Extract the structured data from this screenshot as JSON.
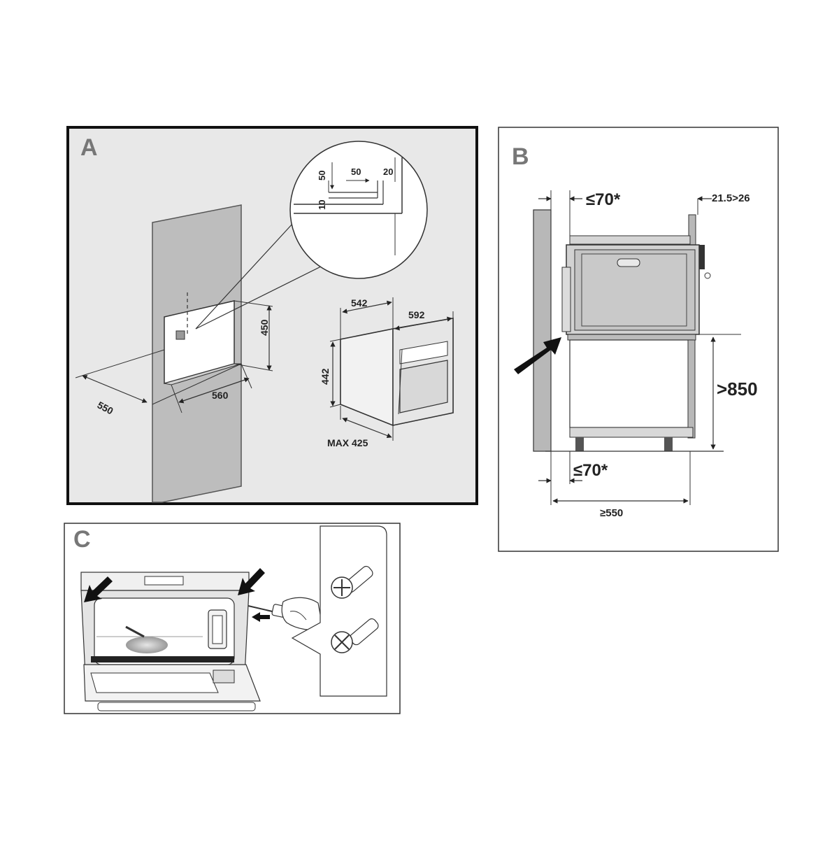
{
  "panels": {
    "a": {
      "letter": "A",
      "dims": {
        "d50v": "50",
        "d10v": "10",
        "d50h": "50",
        "d20h": "20",
        "d542": "542",
        "d592": "592",
        "d450": "450",
        "d442": "442",
        "d550": "550",
        "d560": "560",
        "dmax425": "MAX 425"
      }
    },
    "b": {
      "letter": "B",
      "dims": {
        "top_gap": "≤70*",
        "side_gap": "21.5>26",
        "height": ">850",
        "bottom_gap": "≤70*",
        "depth": "≥550"
      }
    },
    "c": {
      "letter": "C"
    }
  },
  "colors": {
    "panel_bg": "#e8e8e8",
    "wall": "#b8b8b8",
    "line": "#222222",
    "appliance": "#c9c9c9"
  }
}
